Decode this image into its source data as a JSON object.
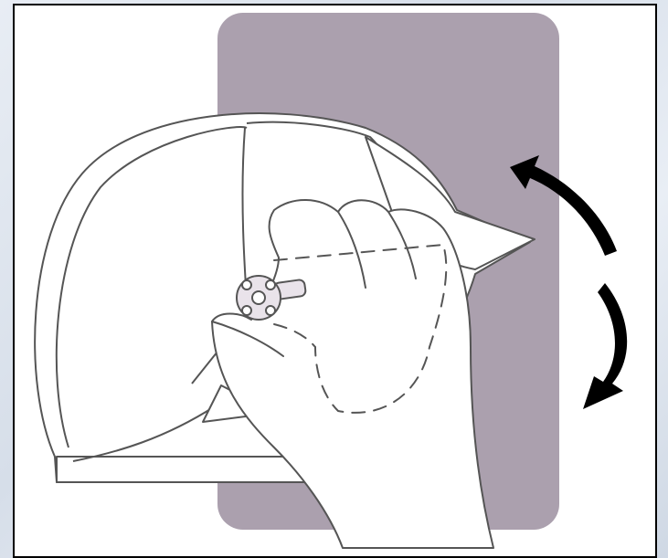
{
  "figure": {
    "subject": "helmet-visor-adjustment",
    "colors": {
      "backdrop": "#9c8fa0",
      "frame_border": "#000000",
      "line": "#555555",
      "arrow": "#000000",
      "page_bg": "#dfe6ee"
    },
    "icons": [
      "helmet-illustration",
      "hand-illustration",
      "adjustment-knob-icon",
      "rotate-up-arrow-icon",
      "rotate-down-arrow-icon"
    ]
  }
}
